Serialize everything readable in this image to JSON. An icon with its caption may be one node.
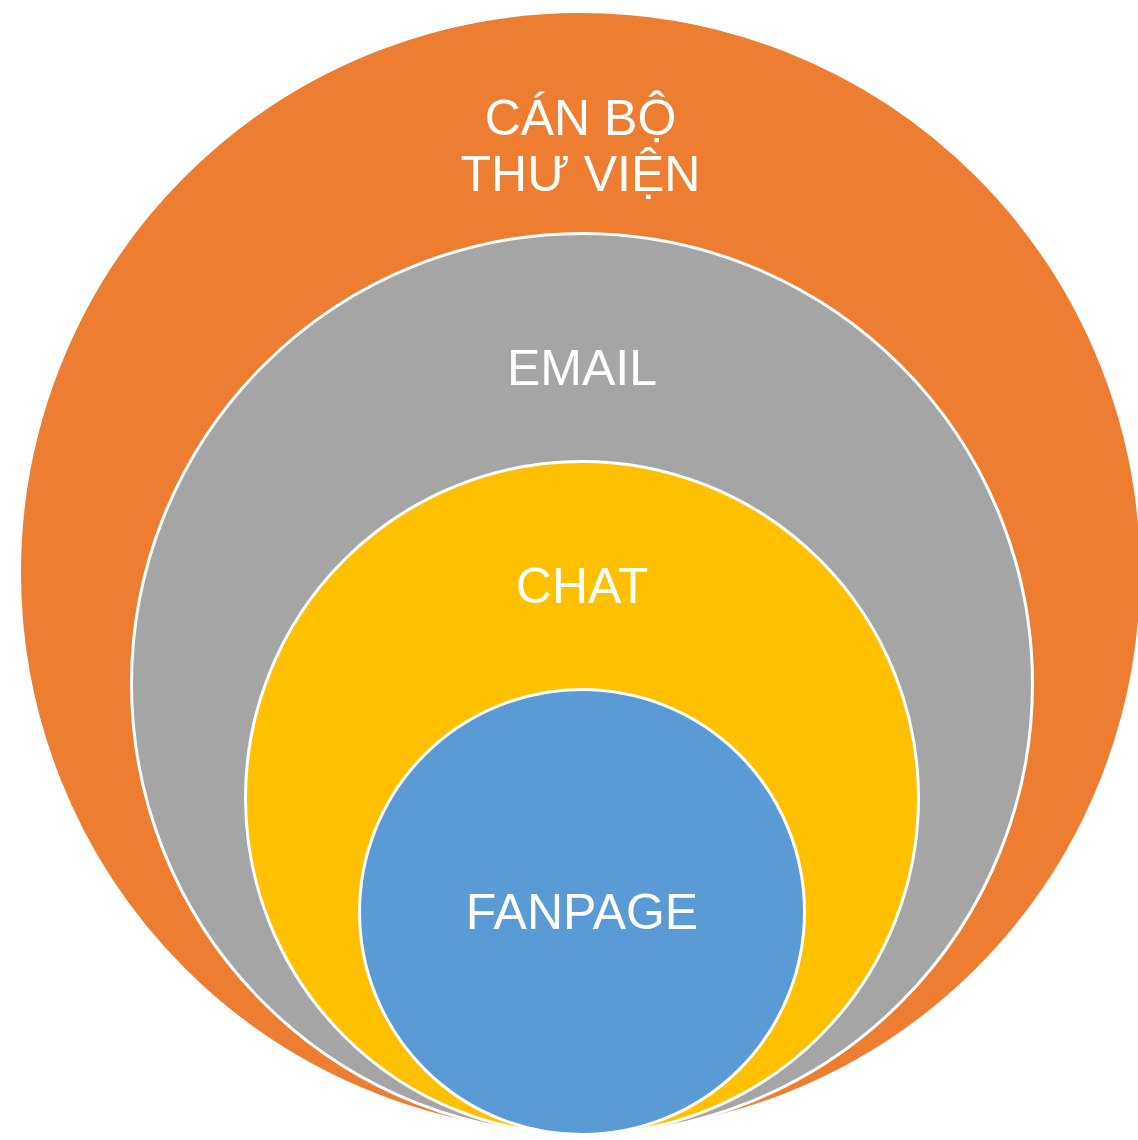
{
  "diagram": {
    "nodes": [
      {
        "text": [
          "CÁN BỘ THƯ VIỆN"
        ]
      },
      {
        "text": [
          "EMAIL"
        ],
        "in": 0
      },
      {
        "text": [
          "CHAT"
        ],
        "in": 1
      },
      {
        "text": [
          "FANPAGE"
        ],
        "in": 2
      }
    ]
  }
}
